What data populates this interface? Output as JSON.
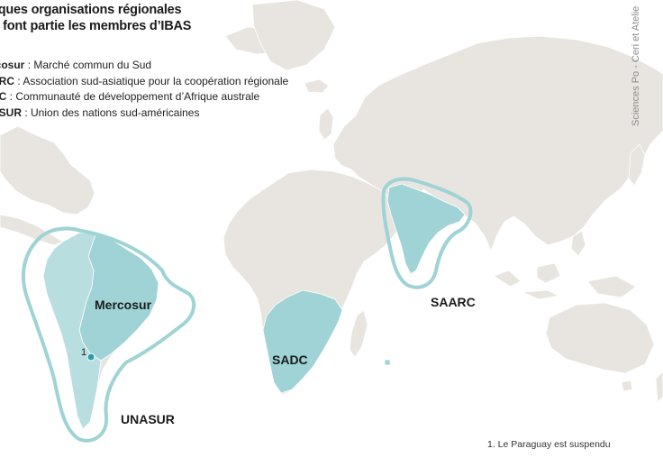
{
  "title": {
    "line1": "elques organisations régionales",
    "line2": "nt font partie les membres d’IBAS"
  },
  "legend": [
    {
      "abbr": "rcosur",
      "desc": " : Marché commun du Sud"
    },
    {
      "abbr": "ARC",
      "desc": " : Association sud-asiatique pour la coopération régionale"
    },
    {
      "abbr": "DC",
      "desc": " : Communauté de développement d’Afrique australe"
    },
    {
      "abbr": "ASUR",
      "desc": " : Union des nations sud-américaines"
    }
  ],
  "labels": {
    "mercosur": "Mercosur",
    "unasur": "UNASUR",
    "sadc": "SADC",
    "saarc": "SAARC",
    "footnote_marker": "1"
  },
  "footnote": "1. Le Paraguay est suspendu",
  "credit": "Sciences Po - Ceri et Atelie",
  "colors": {
    "land": "#e8e5e0",
    "border": "#ffffff",
    "member": "#9fd3d6",
    "outline": "#7ec6cc",
    "ocean": "#ffffff",
    "dot": "#2a9fa6"
  }
}
